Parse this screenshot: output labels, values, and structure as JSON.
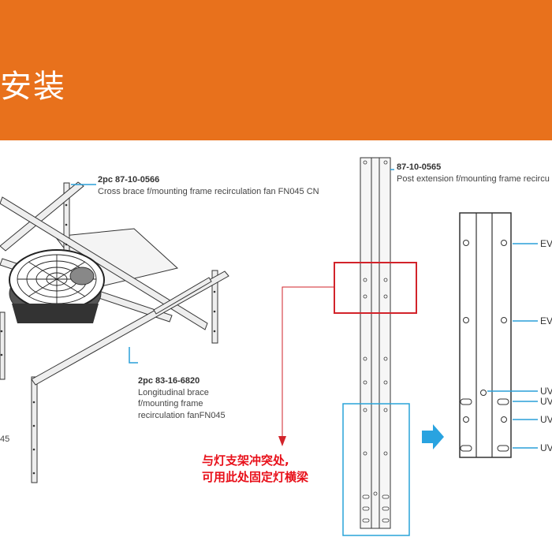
{
  "header": {
    "title": "安装",
    "background_color": "#e8711c"
  },
  "labels": {
    "cross_brace": {
      "part_no": "2pc 87-10-0566",
      "desc": "Cross brace f/mounting frame recirculation fan FN045 CN"
    },
    "longitudinal_brace": {
      "part_no": "2pc 83-16-6820",
      "desc_lines": [
        "Longitudinal brace",
        "f/mounting frame",
        "recirculation fanFN045"
      ]
    },
    "left_edge_fragment": "45",
    "post_extension": {
      "part_no": "87-10-0565",
      "desc": "Post extension f/mounting frame recircu"
    }
  },
  "callouts": [
    "EV",
    "EV",
    "UV",
    "UV",
    "UV",
    "UV"
  ],
  "note": {
    "lines": [
      "与灯支架冲突处,",
      "可用此处固定灯横梁"
    ],
    "color": "#e8101a"
  },
  "colors": {
    "leader_line": "#2a9fd8",
    "red_box": "#d2232a",
    "blue_box": "#29a3d9",
    "arrow": "#29a3e0"
  }
}
